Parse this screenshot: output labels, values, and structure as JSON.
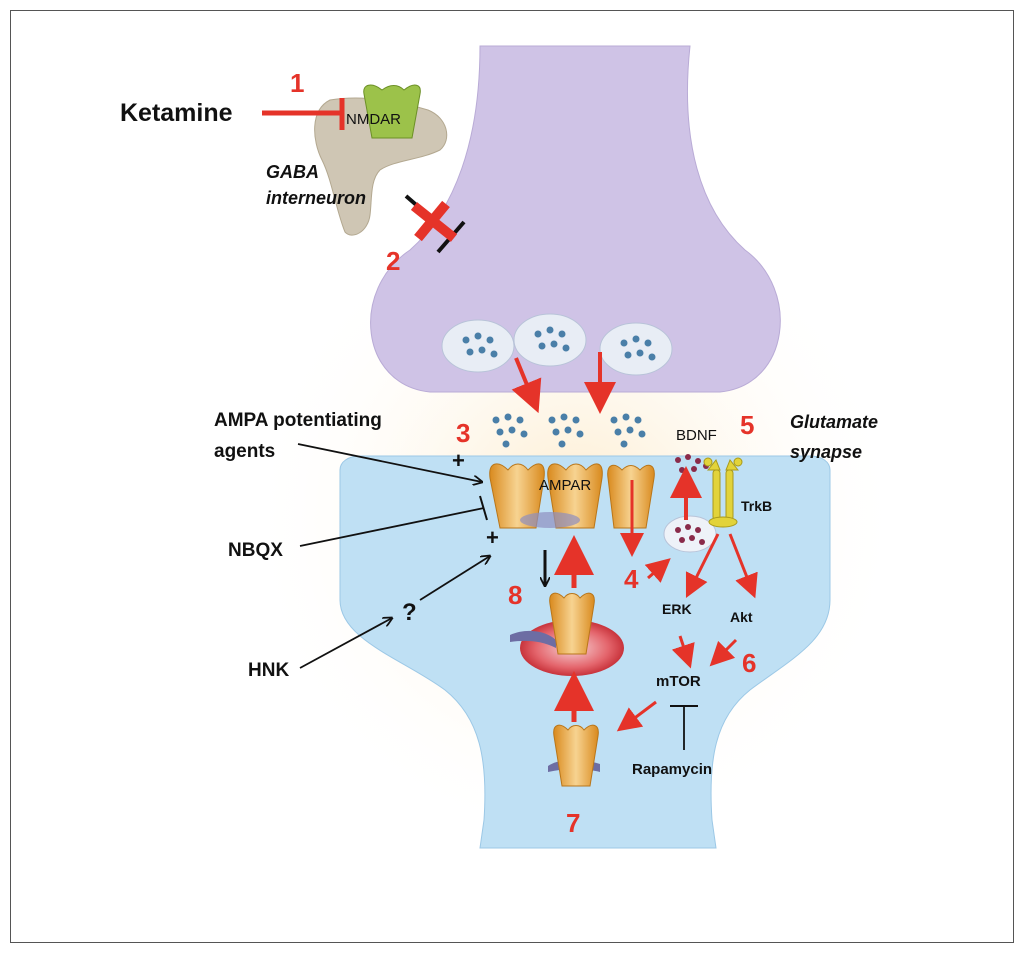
{
  "labels": {
    "ketamine": "Ketamine",
    "nmdar": "NMDAR",
    "gaba_line1": "GABA",
    "gaba_line2": "interneuron",
    "ampa_agents_line1": "AMPA potentiating",
    "ampa_agents_line2": "agents",
    "nbqx": "NBQX",
    "hnk": "HNK",
    "question": "?",
    "ampar": "AMPAR",
    "bdnf": "BDNF",
    "trkb": "TrkB",
    "glutamate_line1": "Glutamate",
    "glutamate_line2": "synapse",
    "erk": "ERK",
    "akt": "Akt",
    "mtor": "mTOR",
    "rapamycin": "Rapamycin",
    "plus": "+"
  },
  "steps": [
    "1",
    "2",
    "3",
    "4",
    "5",
    "6",
    "7",
    "8"
  ],
  "colors": {
    "arrow_red": "#e53329",
    "presynaptic": "#cfc3e6",
    "postsynaptic": "#bfe0f4",
    "receptor": "#e9a73a",
    "interneuron": "#cfc6b4",
    "nmdar": "#9cc24a",
    "vesicle_dot": "#4a7fa8"
  }
}
